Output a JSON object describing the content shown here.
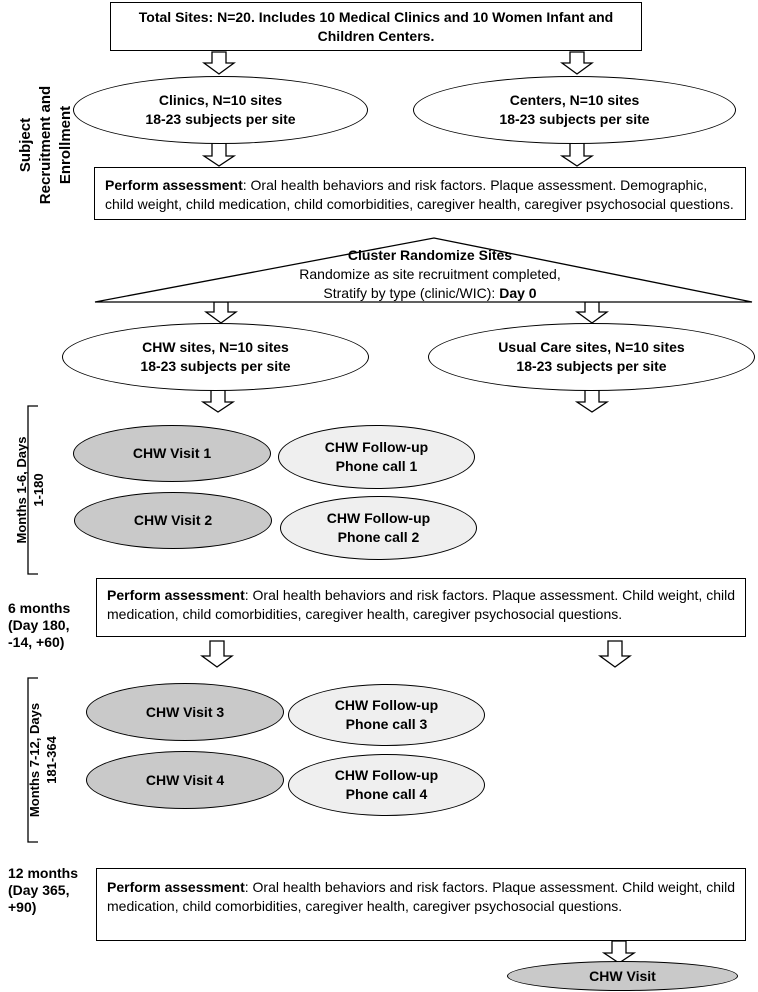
{
  "top_box": {
    "text": "Total Sites: N=20. Includes 10 Medical Clinics and 10 Women Infant and Children Centers."
  },
  "enrollment_label": {
    "line1": "Subject",
    "line2": "Recruitment and",
    "line3": "Enrollment"
  },
  "clinics": {
    "line1": "Clinics, N=10 sites",
    "line2": "18-23 subjects per site"
  },
  "centers": {
    "line1": "Centers, N=10 sites",
    "line2": "18-23 subjects per site"
  },
  "assessment1": {
    "bold": "Perform assessment",
    "text": ": Oral health behaviors and risk factors. Plaque assessment. Demographic, child weight, child medication, child comorbidities, caregiver health, caregiver psychosocial questions."
  },
  "randomize": {
    "title": "Cluster Randomize Sites",
    "line2": "Randomize as site recruitment completed,",
    "line3": "Stratify by type (clinic/WIC): ",
    "day": "Day 0"
  },
  "chw_sites": {
    "line1": "CHW sites, N=10 sites",
    "line2": "18-23 subjects per site"
  },
  "usual_sites": {
    "line1": "Usual Care sites, N=10 sites",
    "line2": "18-23 subjects per site"
  },
  "period1_label": {
    "line1": "Months 1-6, Days",
    "line2": "1-180"
  },
  "visit1": "CHW Visit 1",
  "visit2": "CHW Visit 2",
  "call1": {
    "line1": "CHW Follow-up",
    "line2": "Phone call 1"
  },
  "call2": {
    "line1": "CHW Follow-up",
    "line2": "Phone call 2"
  },
  "six_months": {
    "line1": "6 months",
    "line2": "(Day 180,",
    "line3": "-14, +60)"
  },
  "assessment2": {
    "bold": "Perform assessment",
    "text": ": Oral health behaviors and risk factors. Plaque assessment. Child weight, child medication, child comorbidities, caregiver health, caregiver psychosocial questions."
  },
  "period2_label": {
    "line1": "Months 7-12, Days",
    "line2": "181-364"
  },
  "visit3": "CHW Visit 3",
  "visit4": "CHW Visit 4",
  "call3": {
    "line1": "CHW Follow-up",
    "line2": "Phone call 3"
  },
  "call4": {
    "line1": "CHW Follow-up",
    "line2": "Phone call 4"
  },
  "twelve_months": {
    "line1": "12 months",
    "line2": "(Day 365,",
    "line3": "+90)"
  },
  "assessment3": {
    "bold": "Perform assessment",
    "text": ": Oral health behaviors and risk factors. Plaque assessment. Child weight, child medication, child comorbidities, caregiver health, caregiver psychosocial questions."
  },
  "final_visit": "CHW Visit"
}
